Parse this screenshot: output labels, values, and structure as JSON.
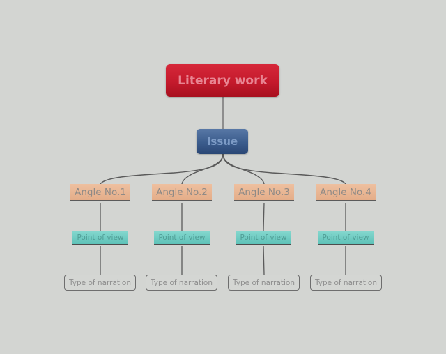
{
  "diagram": {
    "type": "mind-map",
    "background": "#d3d5d2",
    "root": {
      "label": "Literary work",
      "color": "#c41a2c"
    },
    "issue": {
      "label": "Issue",
      "color": "#3b5c8c"
    },
    "branches": [
      {
        "angle": "Angle No.1",
        "point_of_view": "Point of view",
        "narration": "Type of narration"
      },
      {
        "angle": "Angle No.2",
        "point_of_view": "Point of view",
        "narration": "Type of narration"
      },
      {
        "angle": "Angle No.3",
        "point_of_view": "Point of view",
        "narration": "Type of narration"
      },
      {
        "angle": "Angle No.4",
        "point_of_view": "Point of view",
        "narration": "Type of narration"
      }
    ],
    "colors": {
      "angle": "#e4ad89",
      "point_of_view": "#5ec2b8",
      "narration_border": "#6e6e6e",
      "connector": "#5a5a5a"
    }
  }
}
